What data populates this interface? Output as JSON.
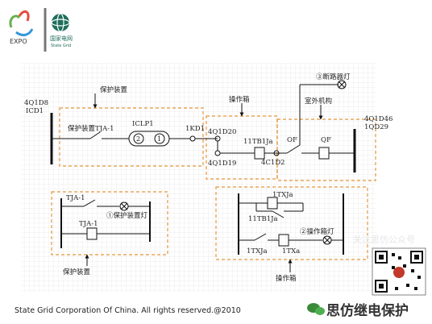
{
  "header": {
    "expo_logo_text": "EXPO",
    "sg_logo_text": "国家电网",
    "sg_logo_sub": "State Grid"
  },
  "diagram": {
    "labels": {
      "left_bus": "4Q1D8\nICD1",
      "protection_device_top": "保护装置",
      "protection_device_tja": "保护装置TJA-1",
      "iclp1": "ICLP1",
      "circle_2": "2",
      "circle_1": "1",
      "kd1": "1KD1",
      "q1d20": "4Q1D20",
      "q1d19": "4Q1D19",
      "operation_box_top": "操作箱",
      "tb1ja": "11TB1Ja",
      "c1d2": "4C1D2",
      "outdoor_mechanism": "室外机构",
      "breaker_lamp": "③断路器灯",
      "of": "OF",
      "qf": "QF",
      "right_bus": "4Q1D46\n1QD29",
      "tja_1_top": "TJA-1",
      "tja_1_bottom": "TJA-1",
      "protection_lamp": "①保护装置灯",
      "protection_device_bottom": "保护装置",
      "txja_top": "1TXJa",
      "tb1ja_bottom": "11TB1Ja",
      "op_box_lamp": "②操作箱灯",
      "txja_bottom": "1TXJa",
      "txa": "1TXa",
      "operation_box_bottom": "操作箱"
    }
  },
  "footer": {
    "copyright": "State Grid Corporation Of China. All rights reserved.@2010",
    "watermark": "思仿继电保护",
    "side_watermark": "关注思仿公众号"
  },
  "colors": {
    "grid": "#d8d8d8",
    "dash": "#e8a55a",
    "line": "#111111",
    "green": "#3a8a3a"
  }
}
